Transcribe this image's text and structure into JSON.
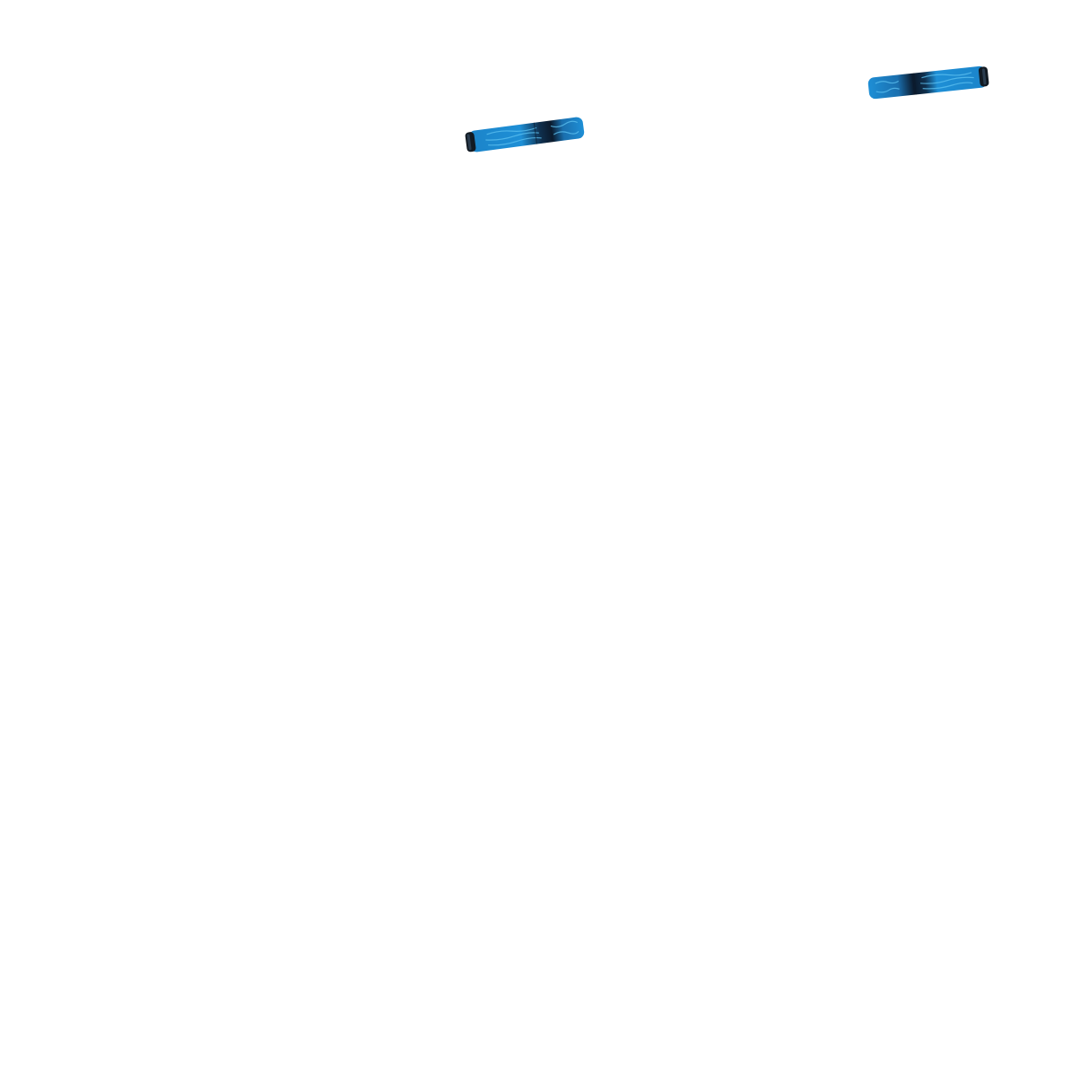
{
  "scene": {
    "background_color": "#ffffff",
    "objects": [
      {
        "name": "handlebar-grip-left",
        "icon": "handlebar-grip",
        "colors": {
          "primary": "#1e8fd6",
          "highlight": "#5fc3f2",
          "dark": "#0b1a2c",
          "end_cap": "#121a22"
        }
      },
      {
        "name": "handlebar-grip-right",
        "icon": "handlebar-grip",
        "colors": {
          "primary": "#1e8fd6",
          "highlight": "#5fc3f2",
          "dark": "#0b1a2c",
          "end_cap": "#121a22"
        }
      }
    ]
  }
}
